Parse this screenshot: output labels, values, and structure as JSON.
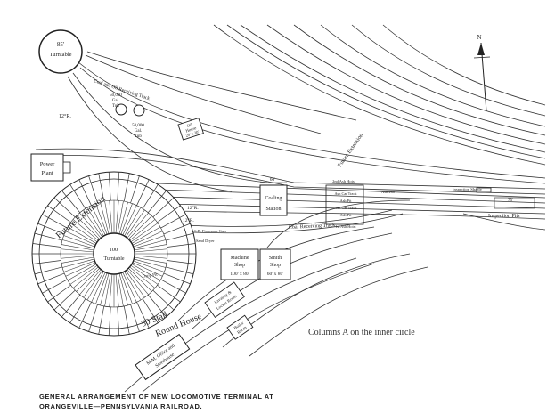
{
  "labels": {
    "turntable_85": "85'",
    "turntable_85_sub": "Turntable",
    "coal_oil_track": "Coal and Oil Receiving Track",
    "tub_1": "50,000",
    "tub_1_b": "Gal.",
    "tub_1_c": "Tub",
    "tub_2": "50,000",
    "tub_2_b": "Gal.",
    "tub_2_c": "Tub",
    "oil_house": "Oil",
    "oil_house_b": "House",
    "oil_house_c": "20' x 30'",
    "radius_12": "12°R.",
    "power_plant": "Power",
    "power_plant_b": "Plant",
    "future_extension_left": "Future Extension",
    "future_extension_right": "Future Extension",
    "coaling_station": "Coaling",
    "coaling_station_b": "Station",
    "dim_60": "60'",
    "ash_hoist_top": "2nd Ash Hoist",
    "ash_car_track": "Ash Car Track",
    "ash_pit_1": "Ash Pit",
    "ash_car_track_2": "Ash Car Track",
    "ash_pit_2": "Ash Pit",
    "ash_hoist_bottom": "1st Ash Hoist",
    "dim_260": "Ash 260'",
    "inspection_shanty": "Inspection Shanty",
    "dim_75": "75'",
    "inspection_pits": "Inspection Pits",
    "radius_12b": "12°R.",
    "radius_12c": "12°R.",
    "sand_dryer": "Sand Dryer",
    "coal_receiving_track": "Coal Receiving Track",
    "sb_track": "S.B. Fireman's Cars",
    "turntable_100": "100'",
    "turntable_100_sub": "Turntable",
    "machine_shop": "Machine",
    "machine_shop_b": "Shop",
    "machine_shop_c": "100' x 80'",
    "smith_shop": "Smith",
    "smith_shop_b": "Shop",
    "smith_shop_c": "60' x 80'",
    "lavatory": "Lavatory &",
    "lavatory_b": "Locker Room",
    "boiler_room": "Boiler",
    "boiler_room_b": "Room",
    "round_house": "50 Stall",
    "round_house_b": "Round House",
    "storehouse": "M.M. Office and",
    "storehouse_b": "Storehouse",
    "drop_pit": "Drop Pit",
    "north": "N"
  },
  "note": "Columns A on the inner circle",
  "caption": {
    "line1": "GENERAL ARRANGEMENT OF NEW LOCOMOTIVE TERMINAL AT",
    "line2": "ORANGEVILLE—PENNSYLVANIA RAILROAD."
  }
}
